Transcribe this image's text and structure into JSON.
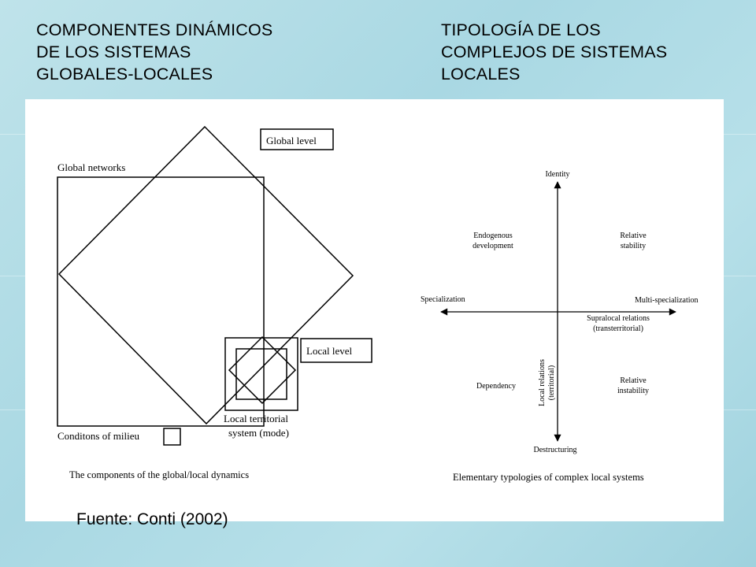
{
  "header": {
    "left_title": "COMPONENTES DINÁMICOS\nDE LOS SISTEMAS\nGLOBALES-LOCALES",
    "right_title": "TIPOLOGÍA DE LOS\nCOMPLEJOS DE SISTEMAS\nLOCALES"
  },
  "left_diagram": {
    "global_level": "Global level",
    "global_networks": "Global networks",
    "local_level": "Local level",
    "local_territorial_line1": "Local territorial",
    "local_territorial_line2": "system (mode)",
    "conditions_of_milieu": "Conditons of milieu",
    "caption": "The components of the global/local dynamics"
  },
  "right_diagram": {
    "identity": "Identity",
    "destructuring": "Destructuring",
    "specialization": "Specialization",
    "multi_specialization": "Multi-specialization",
    "endogenous_line1": "Endogenous",
    "endogenous_line2": "development",
    "relative_stability_line1": "Relative",
    "relative_stability_line2": "stability",
    "dependency": "Dependency",
    "relative_instability_line1": "Relative",
    "relative_instability_line2": "instability",
    "supralocal_line1": "Supralocal relations",
    "supralocal_line2": "(transterritorial)",
    "local_relations_line1": "Local relations",
    "local_relations_line2": "(territorial)",
    "caption": "Elementary typologies of complex local systems"
  },
  "footer": {
    "source": "Fuente: Conti (2002)"
  }
}
